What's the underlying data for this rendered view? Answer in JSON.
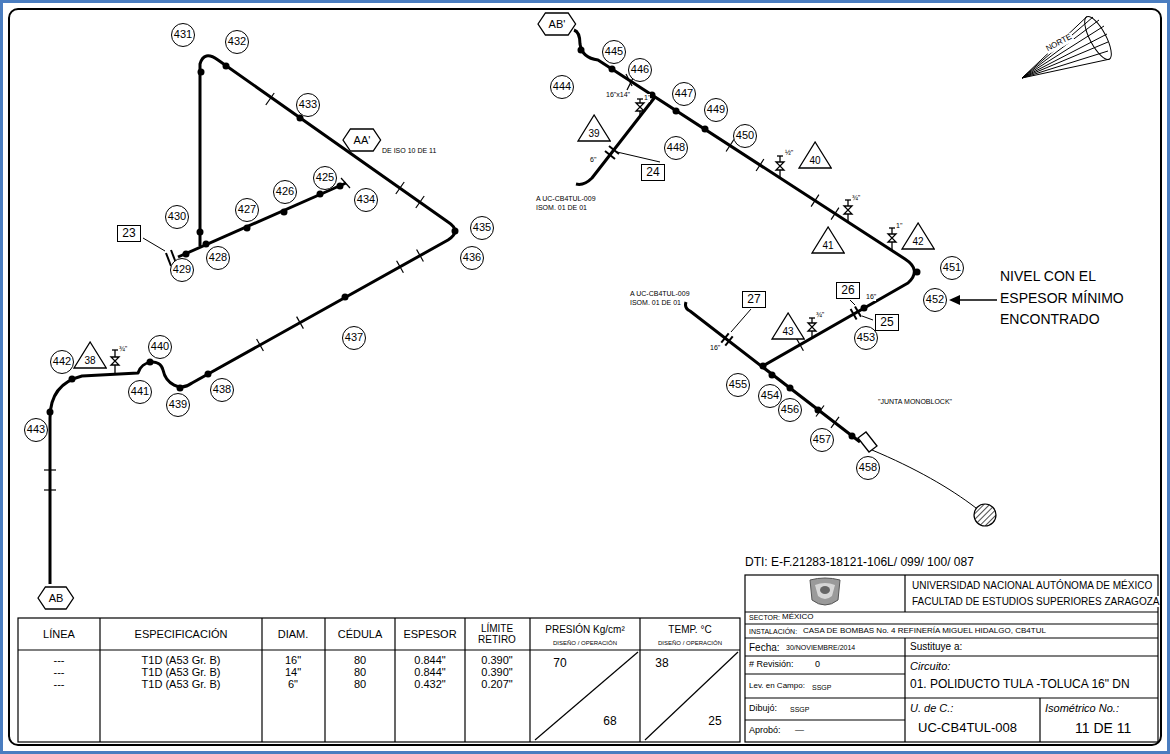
{
  "diagram": {
    "nodes": [
      {
        "text": [
          "431"
        ]
      },
      {
        "text": [
          "432"
        ]
      },
      {
        "text": [
          "433"
        ]
      },
      {
        "text": [
          "AA'"
        ]
      },
      {
        "text": [
          "425"
        ]
      },
      {
        "text": [
          "434"
        ]
      },
      {
        "text": [
          "426"
        ]
      },
      {
        "text": [
          "427"
        ]
      },
      {
        "text": [
          "430"
        ]
      },
      {
        "text": [
          "23"
        ]
      },
      {
        "text": [
          "428"
        ]
      },
      {
        "text": [
          "429"
        ]
      },
      {
        "text": [
          "435"
        ]
      },
      {
        "text": [
          "436"
        ]
      },
      {
        "text": [
          "437"
        ]
      },
      {
        "text": [
          "440"
        ]
      },
      {
        "text": [
          "38"
        ]
      },
      {
        "text": [
          "442"
        ]
      },
      {
        "text": [
          "441"
        ]
      },
      {
        "text": [
          "438"
        ]
      },
      {
        "text": [
          "439"
        ]
      },
      {
        "text": [
          "443"
        ]
      },
      {
        "text": [
          "AB"
        ]
      },
      {
        "text": [
          "AB'"
        ]
      },
      {
        "text": [
          "445"
        ]
      },
      {
        "text": [
          "446"
        ]
      },
      {
        "text": [
          "444"
        ]
      },
      {
        "text": [
          "39"
        ]
      },
      {
        "text": [
          "447"
        ]
      },
      {
        "text": [
          "449"
        ]
      },
      {
        "text": [
          "448"
        ]
      },
      {
        "text": [
          "24"
        ]
      },
      {
        "text": [
          "450"
        ]
      },
      {
        "text": [
          "40"
        ]
      },
      {
        "text": [
          "41"
        ]
      },
      {
        "text": [
          "42"
        ]
      },
      {
        "text": [
          "451"
        ]
      },
      {
        "text": [
          "26"
        ]
      },
      {
        "text": [
          "452"
        ]
      },
      {
        "text": [
          "43"
        ]
      },
      {
        "text": [
          "25"
        ]
      },
      {
        "text": [
          "453"
        ]
      },
      {
        "text": [
          "27"
        ]
      },
      {
        "text": [
          "455"
        ]
      },
      {
        "text": [
          "454"
        ]
      },
      {
        "text": [
          "456"
        ]
      },
      {
        "text": [
          "457"
        ]
      },
      {
        "text": [
          "458"
        ]
      }
    ],
    "labels": [
      "DE ISO 10 DE 11",
      "16\"x14\"",
      "1\"",
      "6\"",
      "A UC-CB4TUL-009",
      "ISOM. 01 DE 01",
      "½\"",
      "¾\"",
      "1\"",
      "A UC-CB4TUL-009",
      "ISOM. 01 DE 01",
      "¾\"",
      "16\"",
      "16\"",
      "¾\"",
      "\"JUNTA MONOBLOCK\"",
      "NIVEL CON EL ESPESOR MÍNIMO ENCONTRADO",
      "NORTE",
      "DTI: E-F.21283-18121-106L/ 099/ 100/ 087",
      "LÍNEA",
      "ESPECIFICACIÓN",
      "DIAM.",
      "CÉDULA",
      "ESPESOR",
      "LÍMITE RETIRO",
      "PRESIÓN Kg/cm²",
      "DISEÑO / OPERACIÓN",
      "TEMP. °C",
      "DISEÑO / OPERACIÓN",
      "---",
      "T1D (A53 Gr. B)",
      "16\"",
      "80",
      "0.844\"",
      "0.390\"",
      "---",
      "T1D (A53 Gr. B)",
      "14\"",
      "80",
      "0.844\"",
      "0.390\"",
      "---",
      "T1D (A53 Gr. B)",
      "6\"",
      "80",
      "0.432\"",
      "0.207\"",
      "70",
      "68",
      "38",
      "25",
      "UNIVERSIDAD NACIONAL AUTÓNOMA DE MÉXICO",
      "FACULTAD DE ESTUDIOS SUPERIORES ZARAGOZA",
      "SECTOR:",
      "MÉXICO",
      "INSTALACIÓN:",
      "CASA DE BOMBAS No. 4 REFINERÍA MIGUEL HIDALGO, CB4TUL",
      "Fecha:",
      "30/NOVIEMBRE/2014",
      "Sustituye a:",
      "# Revisión:",
      "0",
      "Circuito:",
      "01. POLIDUCTO TULA -TOLUCA 16\" DN",
      "Lev. en Campo:",
      "SSGP",
      "Dibujó:",
      "SSGP",
      "U. de C.:",
      "UC-CB4TUL-008",
      "Isométrico No.:",
      "11 DE 11",
      "Aprobó:",
      "—"
    ]
  }
}
